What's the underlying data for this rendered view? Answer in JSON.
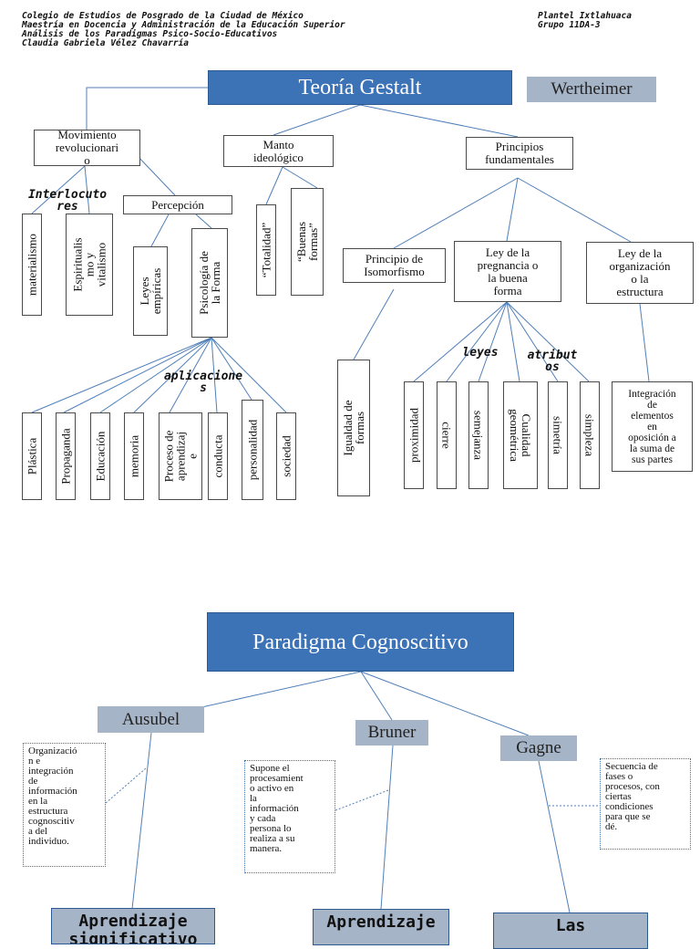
{
  "header": {
    "left": [
      "Colegio de Estudios de Posgrado de la Ciudad de México",
      "Maestría en Docencia y Administración de la Educación Superior",
      "Análisis de los Paradigmas Psico-Socio-Educativos",
      "Claudia Gabriela Vélez Chavarría"
    ],
    "right": [
      "Plantel Ixtlahuaca",
      "Grupo 11DA-3"
    ]
  },
  "gestalt": {
    "title": "Teoría Gestalt",
    "author": "Wertheimer",
    "movimiento": "Movimiento\nrevolucionari\no",
    "interlocutores": "Interlocuto\nres",
    "materialismo": "materialismo",
    "espiritualismo": "Espiritualis\nmo y\nvitalismo",
    "percepcion": "Percepción",
    "leyes_empiricas": "Leyes\nempíricas",
    "psicologia_forma": "Psicología de\nla Forma",
    "aplicaciones": "aplicacione\ns",
    "apps": [
      "Plástica",
      "Propaganda",
      "Educación",
      "memoria",
      "Proceso de\naprendizaj\ne",
      "conducta",
      "personalidad",
      "sociedad"
    ],
    "manto": "Manto\nideológico",
    "totalidad": "“Totalidad”",
    "buenas_formas": "“Buenas\nformas”",
    "principios": "Principios\nfundamentales",
    "isomorfismo": "Principio de\nIsomorfismo",
    "igualdad": "Igualdad de\nformas",
    "pregnancia": "Ley de la\npregnancia o\nla buena\nforma",
    "leyes": "leyes",
    "atributos": "atribut\nos",
    "pregnancia_items": [
      "proximidad",
      "cierre",
      "semejanza",
      "Cualidad\ngeométrica",
      "simetría",
      "simpleza"
    ],
    "organizacion": "Ley de la\norganización\no la\nestructura",
    "integracion": "Integración\nde\nelementos\nen\noposición a\nla suma de\nsus partes"
  },
  "cognoscitivo": {
    "title": "Paradigma Cognoscitivo",
    "ausubel": "Ausubel",
    "bruner": "Bruner",
    "gagne": "Gagne",
    "ausubel_note": "Organizació\nn e\nintegración\nde\ninformación\nen la\nestructura\ncognoscitiv\na del\nindividuo.",
    "bruner_note": "Supone el\nprocesamient\no activo en\nla\ninformación\ny cada\npersona lo\nrealiza a su\nmanera.",
    "gagne_note": "Secuencia de\nfases o\nprocesos, con\nciertas\ncondiciones\npara que se\ndé.",
    "bottom_left": "Aprendizaje\nsignificativo",
    "bottom_mid": "Aprendizaje\n",
    "bottom_right": "Las\n"
  }
}
